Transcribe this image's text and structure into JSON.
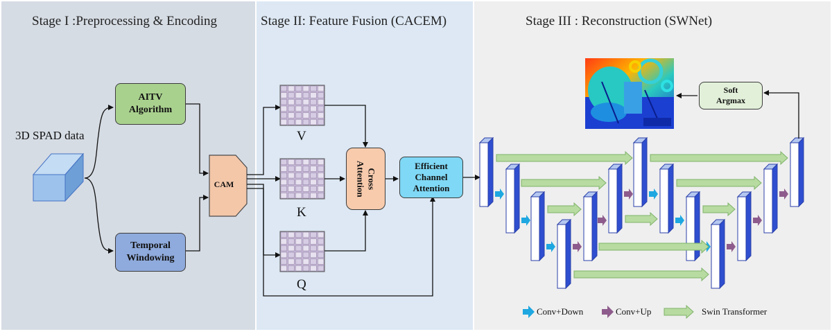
{
  "stages": [
    {
      "title": "Stage I :Preprocessing & Encoding",
      "bg": "#d6dce4"
    },
    {
      "title": "Stage II: Feature Fusion (CACEM)",
      "bg": "#dde8f4"
    },
    {
      "title": "Stage III : Reconstruction (SWNet)",
      "bg": "#efefef"
    }
  ],
  "input_label": "3D SPAD data",
  "aitv_label": "AITV\nAlgorithm",
  "temporal_label": "Temporal\nWindowing",
  "cam_label": "CAM",
  "v_label": "V",
  "k_label": "K",
  "q_label": "Q",
  "cross_attention_label": "Cross\nAttention",
  "eca_label": "Efficient\nChannel\nAttention",
  "soft_argmax_label": "Soft\nArgmax",
  "legend": {
    "conv_down": "Conv+Down",
    "conv_up": "Conv+Up",
    "swin": "Swin Transformer"
  },
  "colors": {
    "aitv": "#a9d18e",
    "temporal": "#8faadc",
    "cam": "#f4c7a9",
    "cross": "#f8cbad",
    "eca": "#7fd8f5",
    "soft": "#e2f0d9",
    "conv_down": "#1ea7e0",
    "conv_up": "#8e5c8c",
    "swin": "#b7dba0"
  }
}
